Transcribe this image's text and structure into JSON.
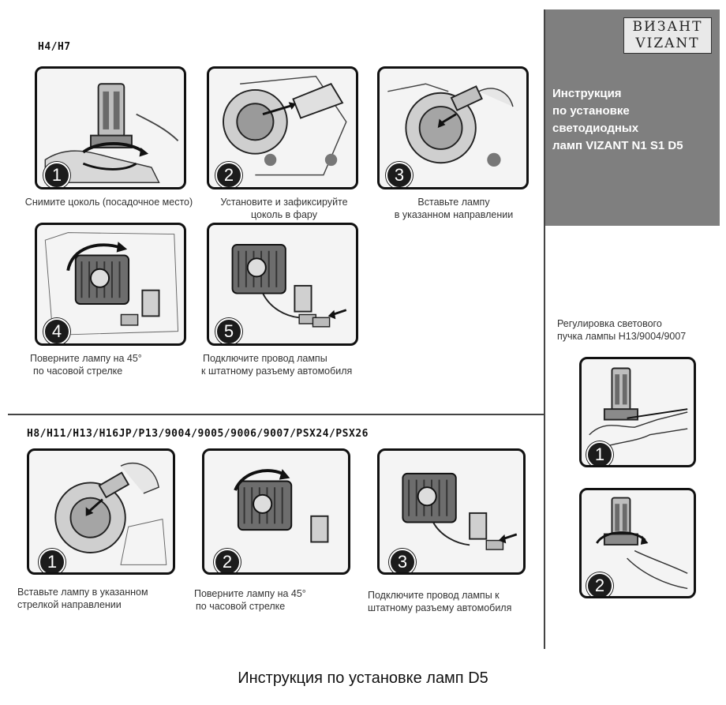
{
  "brand": {
    "logo_ru": "ВИЗАНТ",
    "logo_en": "VIZANT"
  },
  "sidebar": {
    "title_lines": [
      "Инструкция",
      "по установке",
      "светодиодных",
      "ламп VIZANT N1 S1 D5"
    ]
  },
  "section1": {
    "title": "H4/H7",
    "steps": [
      {
        "num": "1",
        "caption": [
          "Снимите цоколь (посадочное место)"
        ]
      },
      {
        "num": "2",
        "caption": [
          "Установите и зафиксируйте",
          "цоколь в фару"
        ]
      },
      {
        "num": "3",
        "caption": [
          "Вставьте лампу",
          "в указанном направлении"
        ]
      },
      {
        "num": "4",
        "caption": [
          "Поверните лампу на 45°",
          "по часовой стрелке"
        ]
      },
      {
        "num": "5",
        "caption": [
          "Подключите провод лампы",
          "к штатному разъему автомобиля"
        ]
      }
    ]
  },
  "adjust": {
    "caption": [
      "Регулировка светового",
      "пучка лампы H13/9004/9007"
    ],
    "steps": [
      {
        "num": "1"
      },
      {
        "num": "2"
      }
    ]
  },
  "section2": {
    "title": "H8/H11/H13/H16JP/P13/9004/9005/9006/9007/PSX24/PSX26",
    "steps": [
      {
        "num": "1",
        "caption": [
          "Вставьте лампу в указанном",
          "стрелкой направлении"
        ]
      },
      {
        "num": "2",
        "caption": [
          "Поверните лампу на 45°",
          "по часовой стрелке"
        ]
      },
      {
        "num": "3",
        "caption": [
          "Подключите провод лампы к",
          "штатному разъему автомобиля"
        ]
      }
    ]
  },
  "footer": {
    "title": "Инструкция по установке ламп D5"
  }
}
